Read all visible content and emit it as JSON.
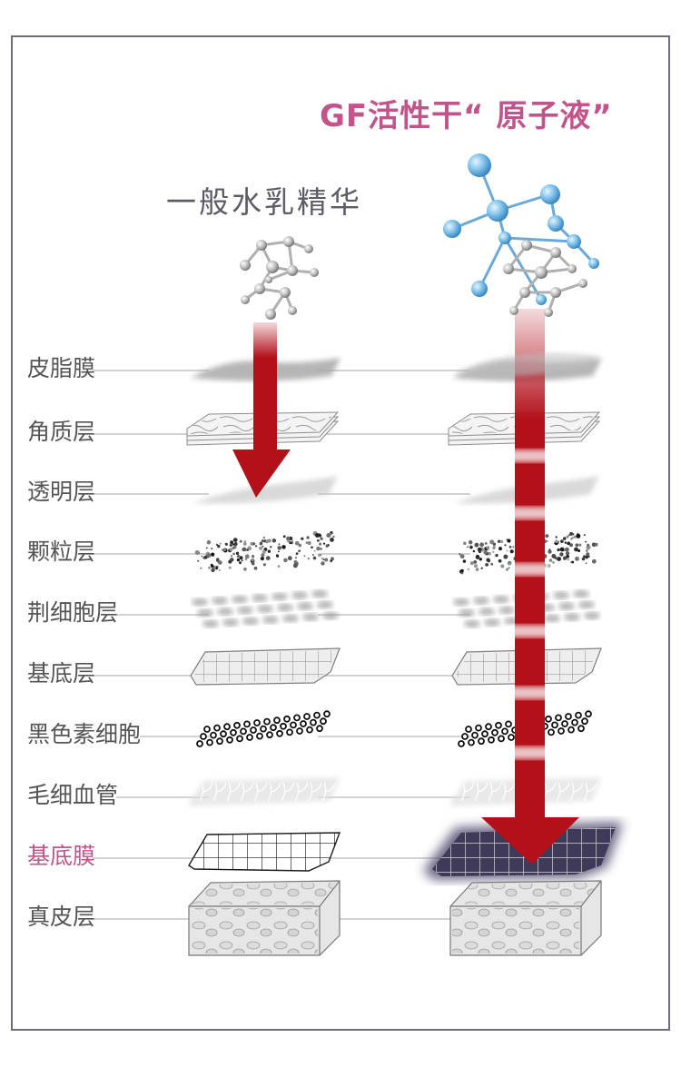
{
  "titles": {
    "left": "一般水乳精华",
    "right": "GF活性干“ 原子液”"
  },
  "colors": {
    "accent": "#c2548b",
    "arrow": "#b3101a",
    "label": "#555555",
    "highlight_label": "#c2548b"
  },
  "layers": [
    {
      "label": "皮脂膜",
      "highlight": false
    },
    {
      "label": "角质层",
      "highlight": false
    },
    {
      "label": "透明层",
      "highlight": false
    },
    {
      "label": "颗粒层",
      "highlight": false
    },
    {
      "label": "荆细胞层",
      "highlight": false
    },
    {
      "label": "基底层",
      "highlight": false
    },
    {
      "label": "黑色素细胞",
      "highlight": false
    },
    {
      "label": "毛细血管",
      "highlight": false
    },
    {
      "label": "基底膜",
      "highlight": true
    },
    {
      "label": "真皮层",
      "highlight": false
    }
  ],
  "penetration": {
    "left_stops_at_layer": 2,
    "right_stops_at_layer": 8
  }
}
